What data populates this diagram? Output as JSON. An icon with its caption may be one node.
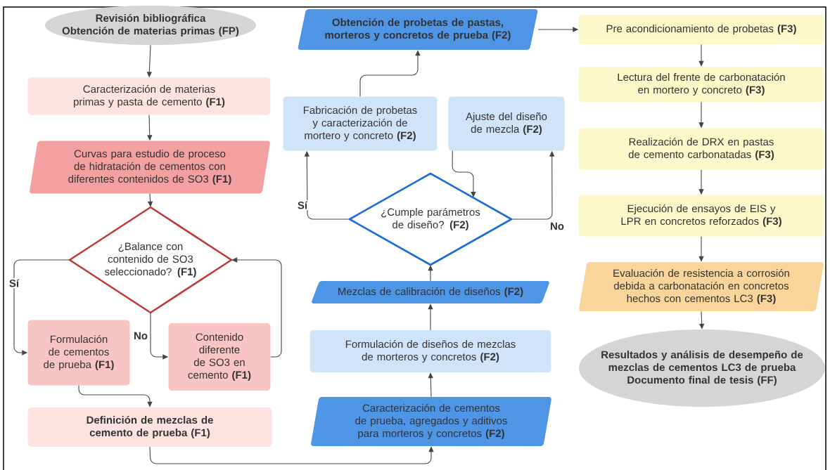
{
  "diagram": {
    "nodes": [
      {
        "text": [
          "Revisión bibliográfica",
          "Obtención de materias primas (FP)"
        ]
      },
      {
        "text": [
          "Caracterización de materias primas y pasta de cemento **(F1)**"
        ]
      },
      {
        "text": [
          "Curvas para estudio de proceso de hidratación de cementos con diferentes contenidos de SO3 **(F1)**"
        ]
      },
      {
        "text": [
          "¿Balance con contenido de SO3 seleccionado? **(F1)**"
        ]
      },
      {
        "text": [
          "Formulación de cementos de prueba **(F1)**"
        ]
      },
      {
        "text": [
          "Contenido diferente de SO3 en cemento **(F1)**"
        ]
      },
      {
        "text": [
          "Definición de mezclas de cemento de prueba (F1)"
        ]
      },
      {
        "text": [
          "Obtención de probetas de pastas, morteros y concretos de prueba (F2)"
        ]
      },
      {
        "text": [
          "Fabricación de probetas y caracterización de mortero y concreto **(F2)**"
        ]
      },
      {
        "text": [
          "Ajuste del diseño de mezcla **(F2)**"
        ]
      },
      {
        "text": [
          "¿Cumple parámetros de diseño? **(F2)**"
        ]
      },
      {
        "text": [
          "Mezclas de calibración de diseños **(F2)**"
        ]
      },
      {
        "text": [
          "Formulación de diseños de mezclas de morteros y concretos **(F2)**"
        ]
      },
      {
        "text": [
          "Caracterización de cementos de prueba, agregados y aditivos para morteros y concretos **(F2)**"
        ]
      },
      {
        "text": [
          "Pre acondicionamiento de probetas **(F3)**"
        ]
      },
      {
        "text": [
          "Lectura del frente de carbonatación en mortero y concreto **(F3)**"
        ]
      },
      {
        "text": [
          "Realización de DRX en pastas de cemento carbonatadas **(F3)**"
        ]
      },
      {
        "text": [
          "Ejecución de ensayos de EIS y LPR en concretos reforzados **(F3)**"
        ]
      },
      {
        "text": [
          "Evaluación de resistencia a corrosión debida a carbonatación en concretos hechos con cementos LC3 **(F3)**"
        ]
      },
      {
        "text": [
          "Resultados y análisis de desempeño de mezclas de cementos LC3 de prueba",
          "Documento final de tesis (FF)"
        ]
      }
    ],
    "edges": [
      {
        "from": 0,
        "to": 1,
        "arrow": "to"
      },
      {
        "from": 1,
        "to": 2,
        "arrow": "to"
      },
      {
        "from": 2,
        "to": 3,
        "arrow": "to"
      },
      {
        "from": 3,
        "to": 4,
        "arrow": "to",
        "label": "Sí"
      },
      {
        "from": 3,
        "to": 5,
        "arrow": "to",
        "label": "No"
      },
      {
        "from": 5,
        "to": 3,
        "arrow": "to"
      },
      {
        "from": 4,
        "to": 6,
        "arrow": "to"
      },
      {
        "from": 6,
        "to": 13,
        "arrow": "to"
      },
      {
        "from": 13,
        "to": 12,
        "arrow": "to"
      },
      {
        "from": 12,
        "to": 11,
        "arrow": "to"
      },
      {
        "from": 11,
        "to": 10,
        "arrow": "to"
      },
      {
        "from": 10,
        "to": 8,
        "arrow": "to",
        "label": "Sí"
      },
      {
        "from": 10,
        "to": 9,
        "arrow": "to",
        "label": "No"
      },
      {
        "from": 9,
        "to": 10,
        "arrow": "to"
      },
      {
        "from": 8,
        "to": 7,
        "arrow": "to"
      },
      {
        "from": 7,
        "to": 14,
        "arrow": "to"
      },
      {
        "from": 14,
        "to": 15,
        "arrow": "to"
      },
      {
        "from": 15,
        "to": 16,
        "arrow": "to"
      },
      {
        "from": 16,
        "to": 17,
        "arrow": "to"
      },
      {
        "from": 17,
        "to": 18,
        "arrow": "to"
      },
      {
        "from": 18,
        "to": 19,
        "arrow": "to"
      }
    ]
  }
}
